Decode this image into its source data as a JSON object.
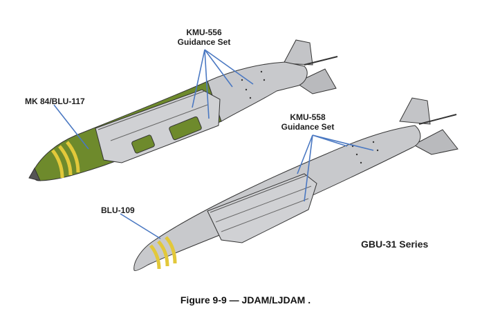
{
  "labels": {
    "kmu556_line1": "KMU-556",
    "kmu556_line2": "Guidance Set",
    "kmu558_line1": "KMU-558",
    "kmu558_line2": "Guidance Set",
    "mk84": "MK 84/BLU-117",
    "blu109": "BLU-109",
    "series": "GBU-31 Series"
  },
  "caption": "Figure 9-9 — JDAM/LJDAM .",
  "colors": {
    "olive_body": "#6e8a2c",
    "gray_body": "#c8c9cc",
    "yellow_band": "#e2c83a",
    "leader_line": "#4a78c2",
    "outline": "#333333"
  }
}
